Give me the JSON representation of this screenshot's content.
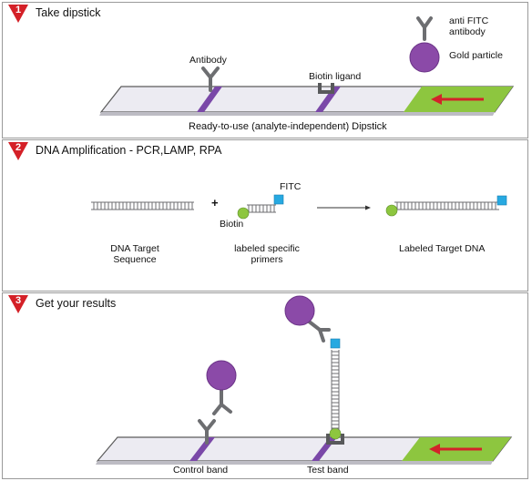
{
  "colors": {
    "step_marker": "#d42027",
    "strip_fill": "#ecebf2",
    "strip_edge": "#5b5b5b",
    "purple_band": "#7a48a8",
    "gold_particle": "#8b4aa8",
    "sample_pad": "#8dc63f",
    "flow_arrow": "#d2232a",
    "fitc_tag": "#27a9e1",
    "biotin_ball": "#8dc63f",
    "antibody_gray": "#6d6e71"
  },
  "icons": [
    "antibody-icon",
    "gold-particle-icon",
    "biotin-ligand-icon",
    "fitc-tag-icon",
    "biotin-ball-icon",
    "dna-strand-icon",
    "flow-arrow-icon"
  ],
  "step1": {
    "number": "1",
    "title": "Take dipstick",
    "legend_antibody_line1": "anti FITC",
    "legend_antibody_line2": "antibody",
    "legend_gold": "Gold particle",
    "antibody_label": "Antibody",
    "biotin_ligand_label": "Biotin ligand",
    "caption": "Ready-to-use (analyte-independent) Dipstick"
  },
  "step2": {
    "number": "2",
    "title": "DNA Amplification - PCR,LAMP, RPA",
    "plus": "+",
    "fitc_label": "FITC",
    "biotin_label": "Biotin",
    "target_line1": "DNA Target",
    "target_line2": "Sequence",
    "primers_line1": "labeled specific",
    "primers_line2": "primers",
    "labeled_target": "Labeled Target DNA"
  },
  "step3": {
    "number": "3",
    "title": "Get your results",
    "control_band": "Control band",
    "test_band": "Test band"
  }
}
